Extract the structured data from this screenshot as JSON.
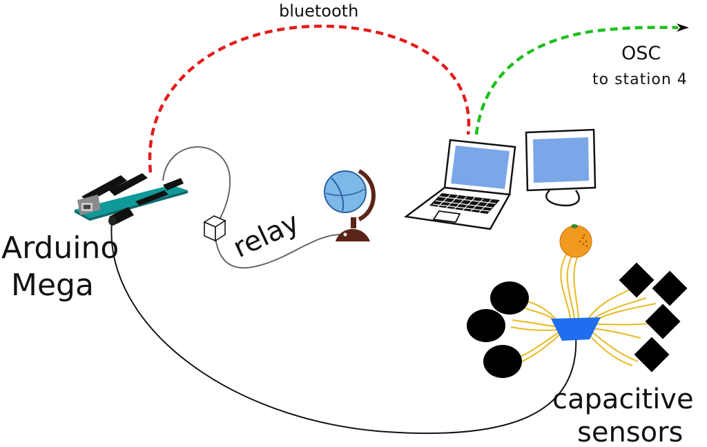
{
  "labels": {
    "bluetooth": "bluetooth",
    "osc": "OSC",
    "osc_target": "to station 4",
    "arduino_line1": "Arduino",
    "arduino_line2": "Mega",
    "relay": "relay",
    "sensors_line1": "capacitive",
    "sensors_line2": "sensors"
  },
  "colors": {
    "bluetooth_link": "#e41b1b",
    "osc_link": "#1ebf1e",
    "wire": "#111111",
    "relay_wire": "#666666",
    "sensor_wire": "#e8b820",
    "arduino_board": "#0f9999",
    "screen": "#7ba7e8",
    "globe": "#7db8e8",
    "globe_stand": "#5a2518",
    "orange": "#f29a1d",
    "hub": "#1f6ef0",
    "pad": "#000000"
  },
  "icons": {
    "arduino": "arduino-mega-board-icon",
    "relay": "relay-cube-icon",
    "globe": "globe-icon",
    "laptop": "laptop-icon",
    "monitor": "monitor-icon",
    "orange": "orange-fruit-icon",
    "hub": "sensor-hub-icon",
    "pads": "sensor-pad-icon"
  }
}
